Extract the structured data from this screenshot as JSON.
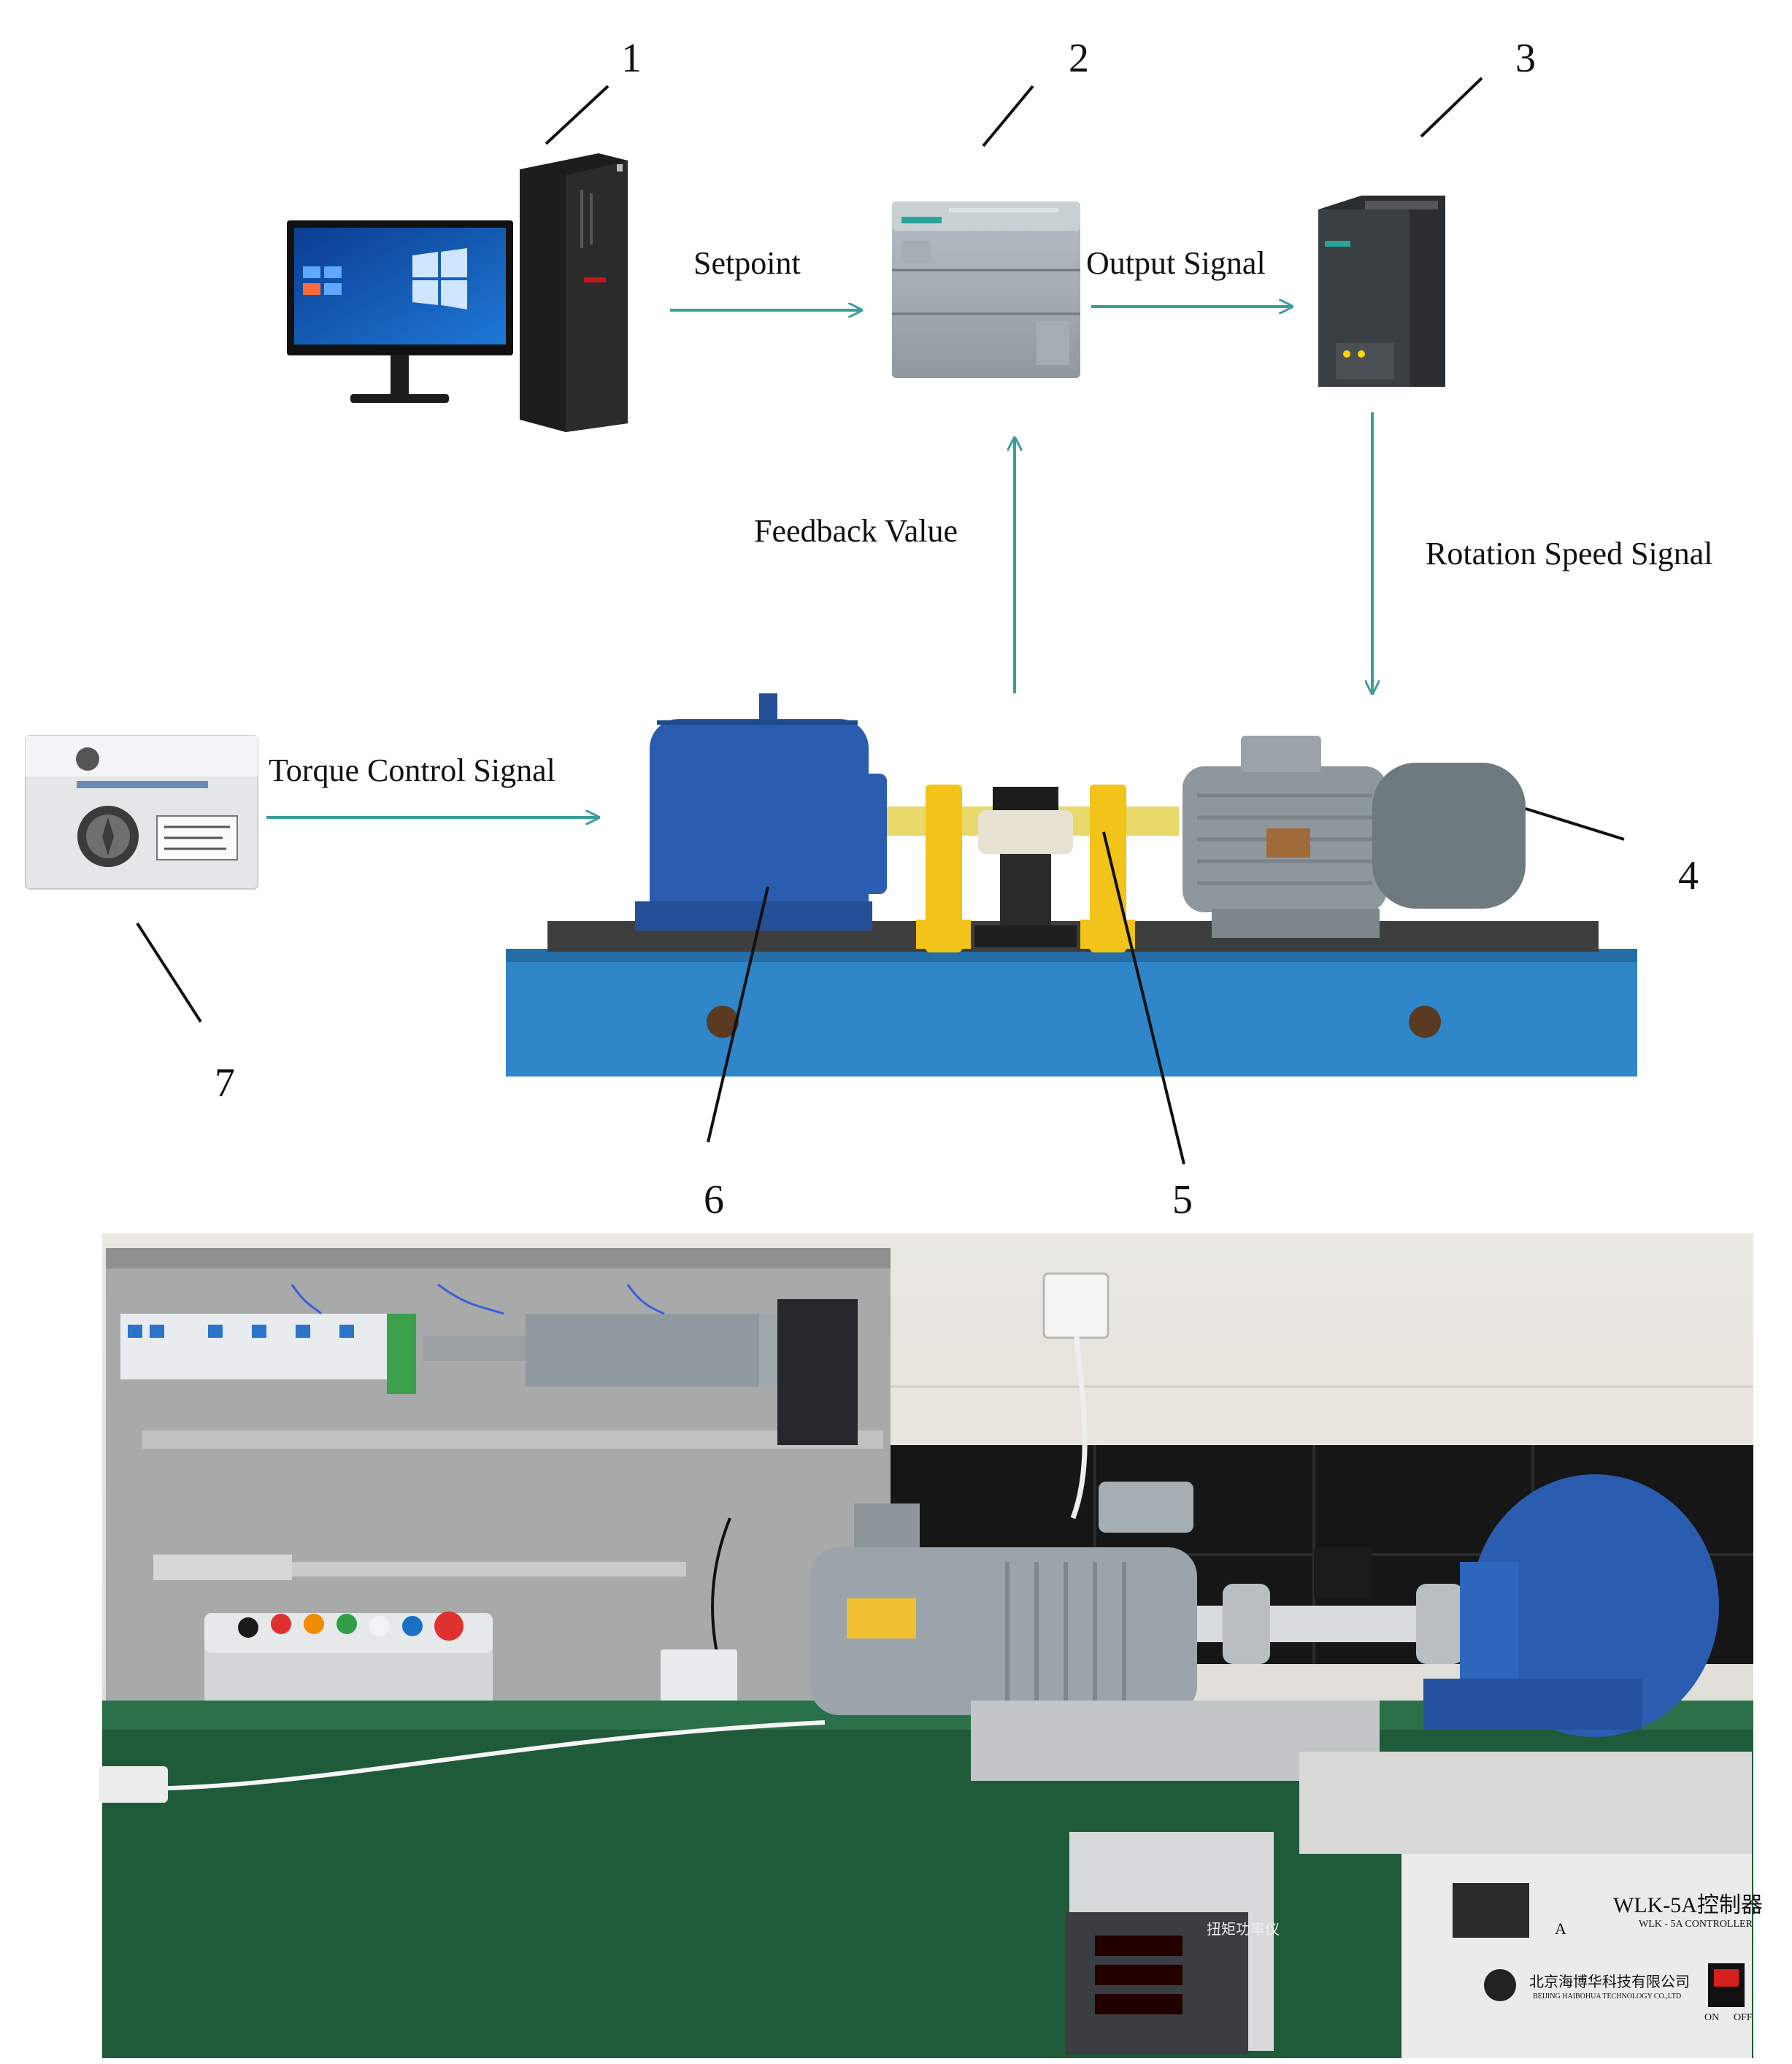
{
  "callouts": [
    "1",
    "2",
    "3",
    "4",
    "5",
    "6",
    "7"
  ],
  "signals": {
    "setpoint": "Setpoint",
    "output": "Output Signal",
    "feedback": "Feedback Value",
    "rotation": "Rotation Speed Signal",
    "torque": "Torque Control Signal"
  },
  "photo_labels": {
    "controller_title": "WLK-5A控制器",
    "controller_sub": "WLK - 5A CONTROLLER",
    "controller_maker": "北京海博华科技有限公司",
    "controller_maker_en": "BEIJING HAIBOHUA TECHNOLOGY CO.,LTD",
    "power_meter_title": "扭矩功率仪",
    "meter_a": "A",
    "switch_on": "ON",
    "switch_off": "OFF"
  },
  "colors": {
    "arrow": "#3a9e9a",
    "base_blue": "#2f86c9",
    "motor_blue": "#2a5db0",
    "coupling_yellow": "#f2c318",
    "motor_gray": "#8e979c",
    "bench_green": "#1f5a3a"
  }
}
